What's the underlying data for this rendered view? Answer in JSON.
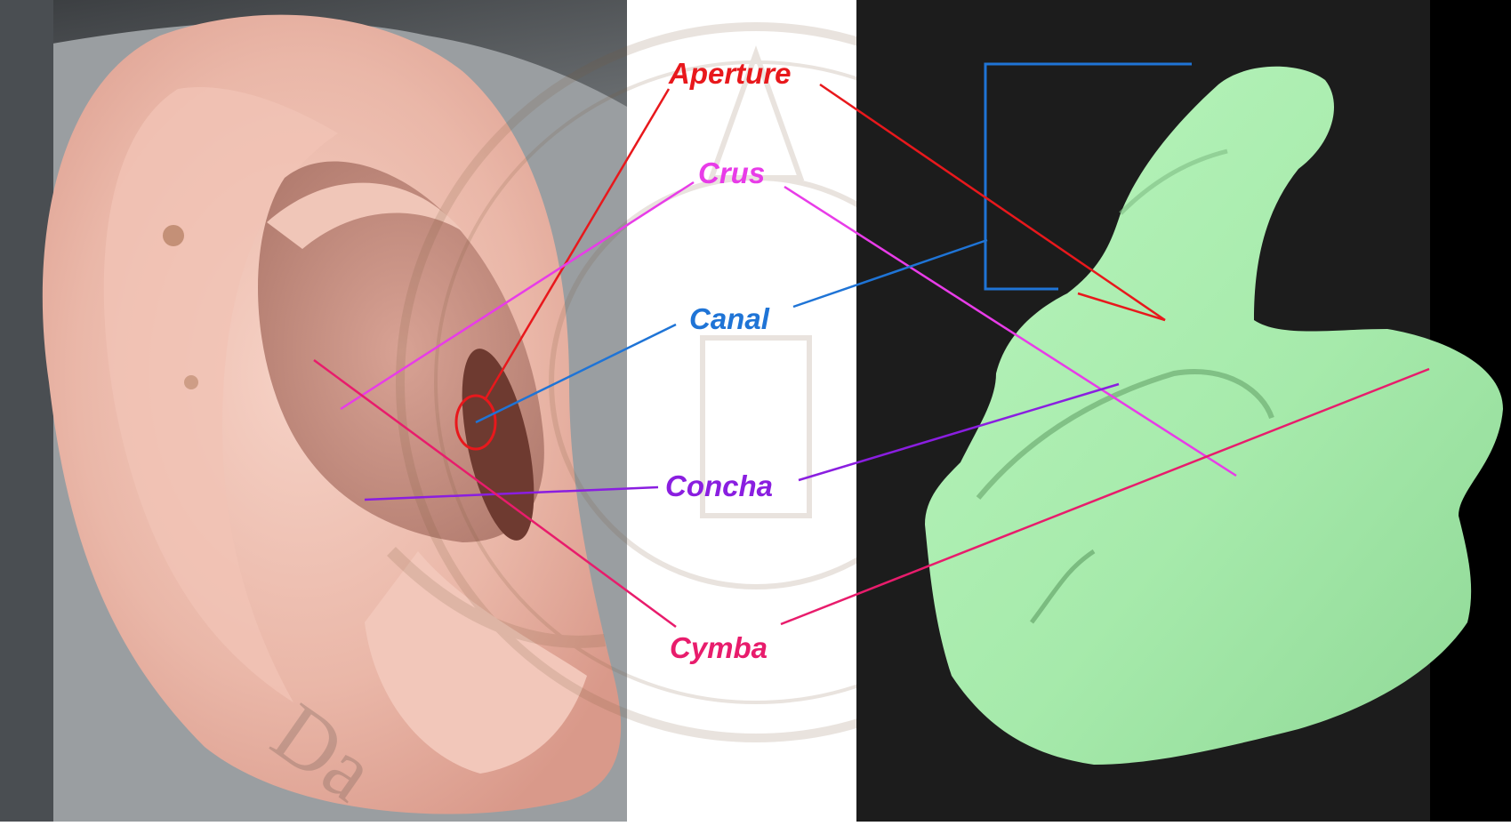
{
  "labels": {
    "aperture": "Aperture",
    "crus": "Crus",
    "canal": "Canal",
    "concha": "Concha",
    "cymba": "Cymba"
  },
  "colors": {
    "aperture": "#e8181c",
    "crus": "#e83ce8",
    "canal": "#1f74d6",
    "concha": "#8a1ee0",
    "cymba": "#e81c6c",
    "model": "#a8eeae",
    "photo_skin": "#efbcae",
    "photo_bg": "#8a8f92",
    "render_bg": "#1a1a1a"
  },
  "panels": [
    "ear-photo",
    "ear-impression-model"
  ],
  "watermark": {
    "text": "Da",
    "description": "university seal watermark"
  }
}
